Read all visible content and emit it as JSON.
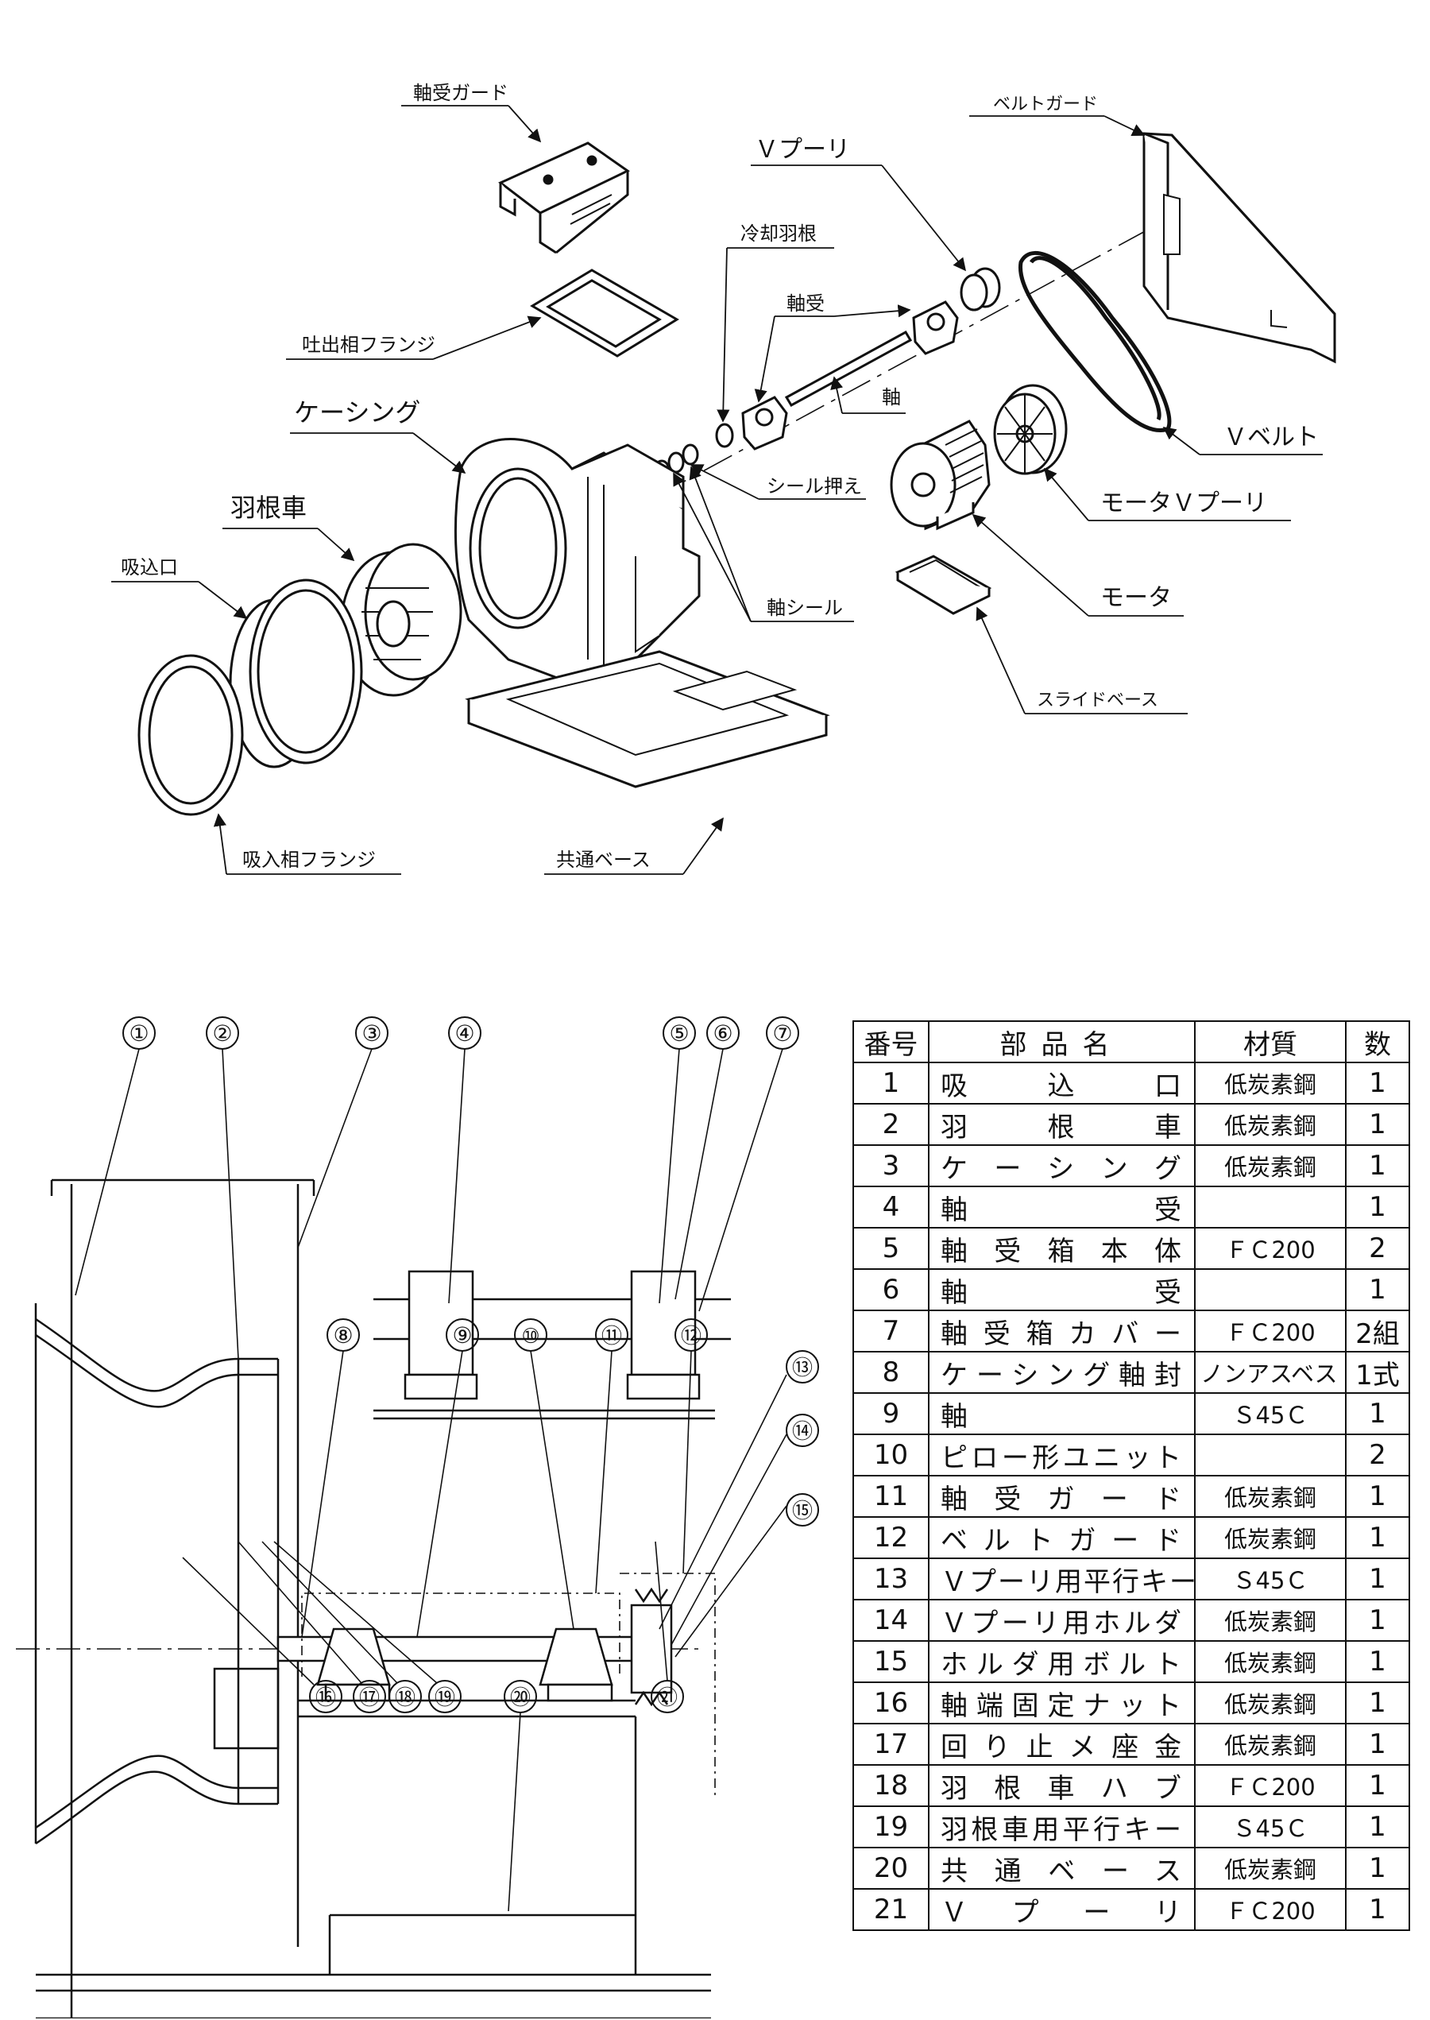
{
  "exploded_labels": {
    "bearing_guard": "軸受ガード",
    "belt_guard": "ベルトガード",
    "v_pulley": "Ｖプーリ",
    "cooling_vane": "冷却羽根",
    "bearing": "軸受",
    "discharge_flange": "吐出相フランジ",
    "casing": "ケーシング",
    "shaft": "軸",
    "impeller": "羽根車",
    "seal_retainer": "シール押え",
    "v_belt": "Ｖベルト",
    "motor_v_pulley": "モータＶプーリ",
    "inlet": "吸込口",
    "shaft_seal": "軸シール",
    "motor": "モータ",
    "slide_base": "スライドベース",
    "suction_flange": "吸入相フランジ",
    "common_base": "共通ベース"
  },
  "section_callouts": [
    "①",
    "②",
    "③",
    "④",
    "⑤",
    "⑥",
    "⑦",
    "⑧",
    "⑨",
    "⑩",
    "⑪",
    "⑫",
    "⑬",
    "⑭",
    "⑮",
    "⑯",
    "⑰",
    "⑱",
    "⑲",
    "⑳",
    "㉑"
  ],
  "parts_table": {
    "headers": [
      "番号",
      "部品名",
      "材質",
      "数"
    ],
    "rows": [
      [
        "1",
        "吸込口",
        "低炭素鋼",
        "1"
      ],
      [
        "2",
        "羽根車",
        "低炭素鋼",
        "1"
      ],
      [
        "3",
        "ケーシング",
        "低炭素鋼",
        "1"
      ],
      [
        "4",
        "軸受",
        "",
        "1"
      ],
      [
        "5",
        "軸受箱本体",
        "ＦＣ200",
        "2"
      ],
      [
        "6",
        "軸受",
        "",
        "1"
      ],
      [
        "7",
        "軸受箱カバー",
        "ＦＣ200",
        "2組"
      ],
      [
        "8",
        "ケーシング軸封",
        "ノンアスベスト",
        "1式"
      ],
      [
        "9",
        "軸",
        "Ｓ45Ｃ",
        "1"
      ],
      [
        "10",
        "ピロー形ユニット",
        "",
        "2"
      ],
      [
        "11",
        "軸受ガード",
        "低炭素鋼",
        "1"
      ],
      [
        "12",
        "ベルトガード",
        "低炭素鋼",
        "1"
      ],
      [
        "13",
        "Ｖプーリ用平行キー",
        "Ｓ45Ｃ",
        "1"
      ],
      [
        "14",
        "Ｖプーリ用ホルダ",
        "低炭素鋼",
        "1"
      ],
      [
        "15",
        "ホルダ用ボルト",
        "低炭素鋼",
        "1"
      ],
      [
        "16",
        "軸端固定ナット",
        "低炭素鋼",
        "1"
      ],
      [
        "17",
        "回り止メ座金",
        "低炭素鋼",
        "1"
      ],
      [
        "18",
        "羽根車ハブ",
        "ＦＣ200",
        "1"
      ],
      [
        "19",
        "羽根車用平行キー",
        "Ｓ45Ｃ",
        "1"
      ],
      [
        "20",
        "共通ベース",
        "低炭素鋼",
        "1"
      ],
      [
        "21",
        "Ｖプーリ",
        "ＦＣ200",
        "1"
      ]
    ]
  }
}
